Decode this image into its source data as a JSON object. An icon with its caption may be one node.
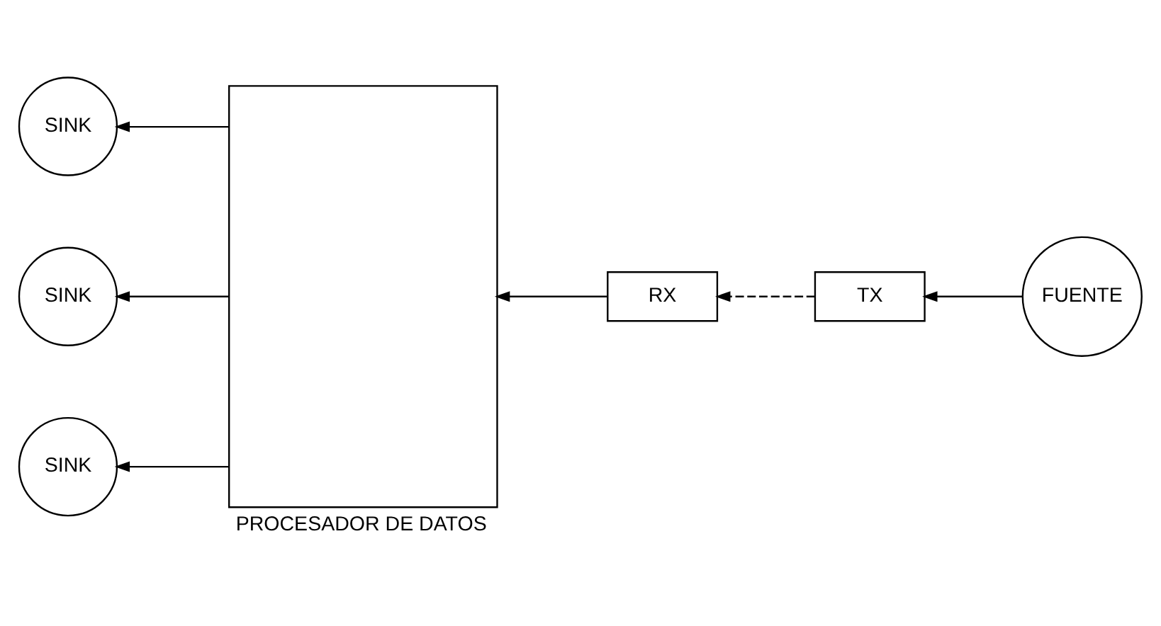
{
  "diagram": {
    "nodes": [
      {
        "text": [
          "SINK"
        ]
      },
      {
        "text": [
          "SINK"
        ]
      },
      {
        "text": [
          "SINK"
        ]
      },
      {
        "text": [
          "PROCESADOR DE DATOS"
        ]
      },
      {
        "text": [
          "RX"
        ]
      },
      {
        "text": [
          "TX"
        ]
      },
      {
        "text": [
          "FUENTE"
        ]
      }
    ],
    "edges": [
      {
        "from": 6,
        "to": 5,
        "arrow": "to"
      },
      {
        "from": 5,
        "to": 4,
        "arrow": "to",
        "style": "dashed"
      },
      {
        "from": 4,
        "to": 3,
        "arrow": "to"
      },
      {
        "from": 3,
        "to": 0,
        "arrow": "to"
      },
      {
        "from": 3,
        "to": 1,
        "arrow": "to"
      },
      {
        "from": 3,
        "to": 2,
        "arrow": "to"
      }
    ]
  }
}
